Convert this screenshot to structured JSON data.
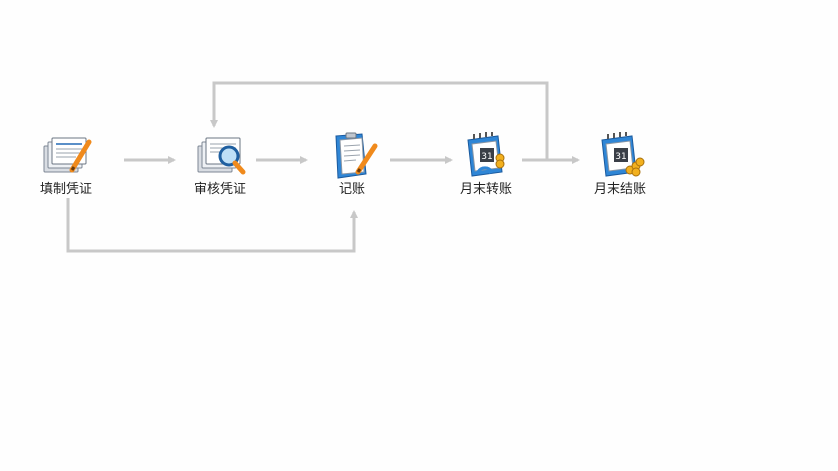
{
  "nodes": {
    "fill_voucher": {
      "label": "填制凭证",
      "icon": "fill-voucher-icon"
    },
    "audit_voucher": {
      "label": "审核凭证",
      "icon": "audit-voucher-icon"
    },
    "post_ledger": {
      "label": "记账",
      "icon": "post-ledger-icon"
    },
    "month_end_transfer": {
      "label": "月末转账",
      "icon": "month-end-transfer-icon"
    },
    "month_end_close": {
      "label": "月末结账",
      "icon": "month-end-close-icon"
    }
  },
  "connectors": [
    {
      "from": "填制凭证",
      "to": "审核凭证"
    },
    {
      "from": "审核凭证",
      "to": "记账"
    },
    {
      "from": "记账",
      "to": "月末转账"
    },
    {
      "from": "月末转账",
      "to": "月末结账"
    },
    {
      "from": "月末转账",
      "to": "审核凭证"
    },
    {
      "from": "填制凭证",
      "to": "记账"
    }
  ],
  "colors": {
    "connector": "#c8c8c8",
    "label_text": "#222222",
    "background": "#fefefe",
    "accent_blue": "#2f86d6",
    "accent_orange": "#f08a1c"
  }
}
